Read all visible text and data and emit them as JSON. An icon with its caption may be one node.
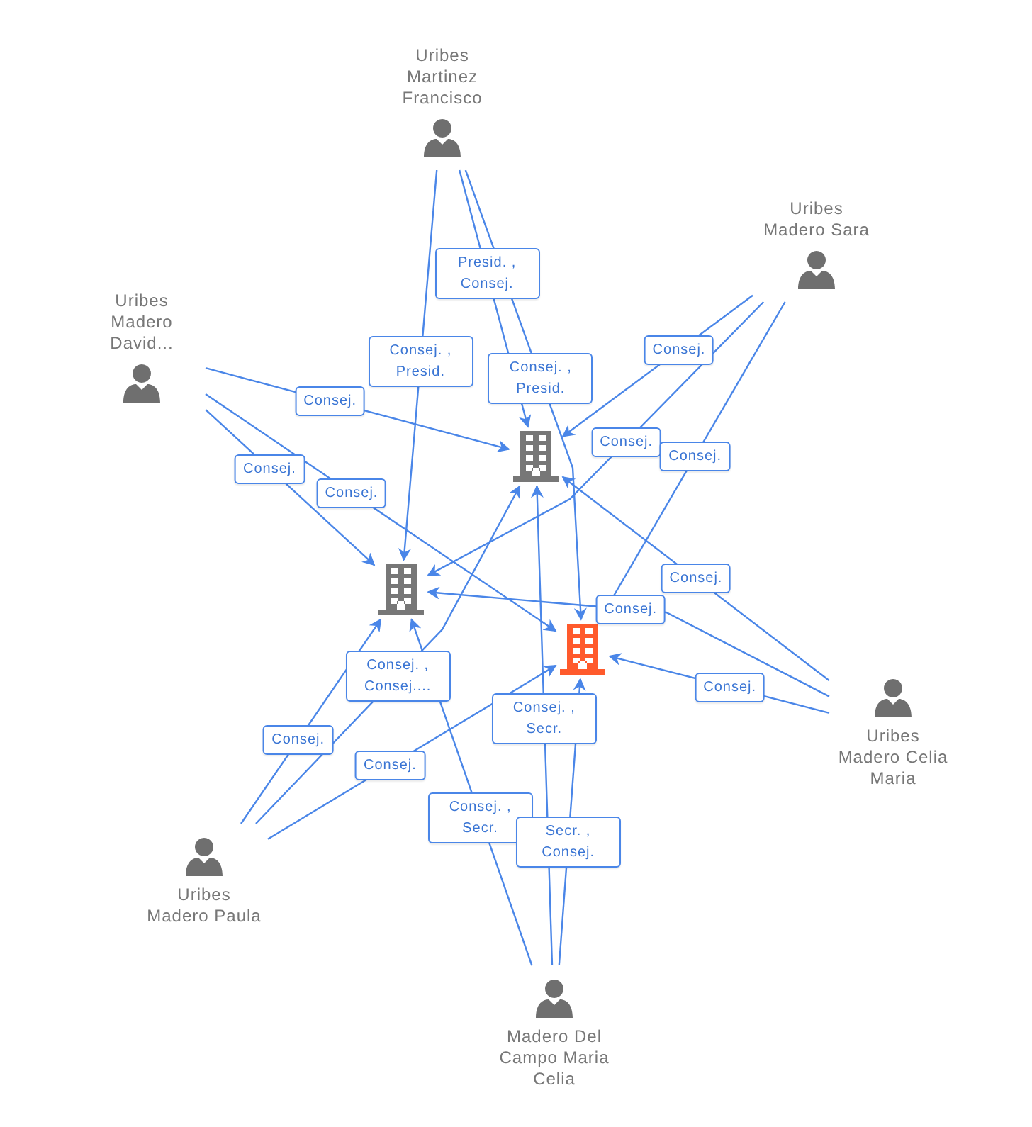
{
  "diagram": {
    "nodes": [
      {
        "text": [
          "Uribes Martinez Francisco"
        ]
      },
      {
        "text": [
          "Uribes Madero Sara"
        ]
      },
      {
        "text": [
          "Uribes Madero David..."
        ]
      },
      {
        "text": [],
        "shape": "building"
      },
      {
        "text": [],
        "shape": "building"
      },
      {
        "text": [],
        "shape": "building"
      },
      {
        "text": [
          "Uribes Madero Celia Maria"
        ]
      },
      {
        "text": [
          "Uribes Madero Paula"
        ]
      },
      {
        "text": [
          "Madero Del Campo Maria Celia"
        ]
      }
    ],
    "edges": [
      {
        "from": 0,
        "to": 4,
        "label": "Presid. , Consej.",
        "arrow": "to"
      },
      {
        "from": 0,
        "to": 5,
        "label": "Consej. , Presid.",
        "arrow": "to"
      },
      {
        "from": 0,
        "to": 3,
        "label": "Consej. , Presid.",
        "arrow": "to"
      },
      {
        "from": 2,
        "to": 4,
        "label": "Consej.",
        "arrow": "to"
      },
      {
        "from": 2,
        "to": 3,
        "label": "Consej.",
        "arrow": "to"
      },
      {
        "from": 2,
        "to": 5,
        "label": "Consej.",
        "arrow": "to"
      },
      {
        "from": 1,
        "to": 3,
        "label": "Consej.",
        "arrow": "to"
      },
      {
        "from": 1,
        "to": 4,
        "label": "Consej.",
        "arrow": "to"
      },
      {
        "from": 1,
        "to": 5,
        "label": "Consej.",
        "arrow": "to"
      },
      {
        "from": 6,
        "to": 4,
        "label": "Consej.",
        "arrow": "to"
      },
      {
        "from": 6,
        "to": 3,
        "label": "Consej.",
        "arrow": "to"
      },
      {
        "from": 6,
        "to": 5,
        "label": "Consej.",
        "arrow": "to"
      },
      {
        "from": 7,
        "to": 4,
        "label": "Consej. , Consej....",
        "arrow": "to"
      },
      {
        "from": 7,
        "to": 3,
        "label": "Consej.",
        "arrow": "to"
      },
      {
        "from": 7,
        "to": 5,
        "label": "Consej.",
        "arrow": "to"
      },
      {
        "from": 8,
        "to": 4,
        "label": "Consej. , Secr.",
        "arrow": "to"
      },
      {
        "from": 8,
        "to": 3,
        "label": "Consej. , Secr.",
        "arrow": "to"
      },
      {
        "from": 8,
        "to": 5,
        "label": "Secr. , Consej.",
        "arrow": "to"
      }
    ]
  }
}
